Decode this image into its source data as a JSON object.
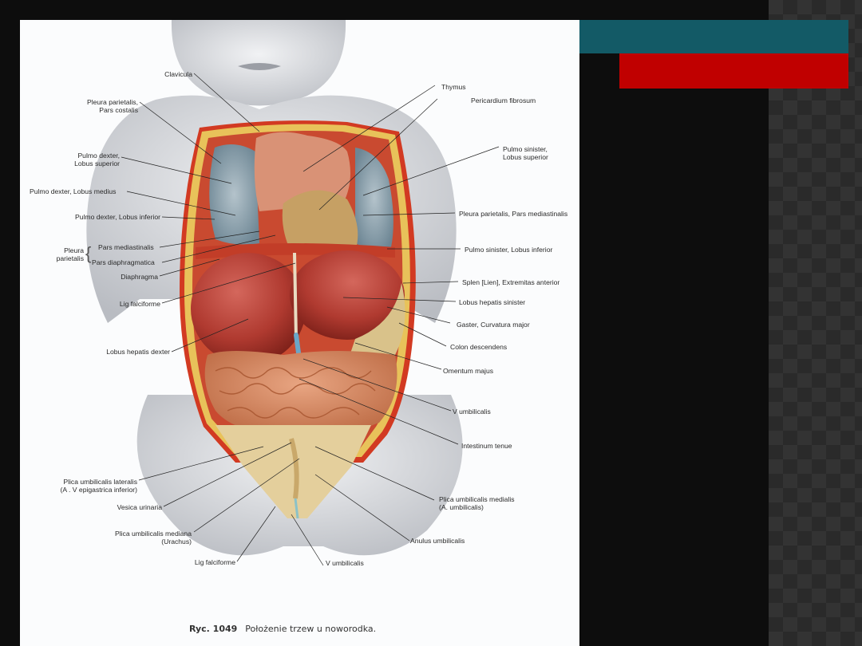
{
  "slide": {
    "accent_colors": {
      "teal": "#135a66",
      "red": "#c00000",
      "background": "#0d0d0d",
      "pattern": "#333333"
    }
  },
  "figure": {
    "caption_number": "Ryc. 1049",
    "caption_text": "Położenie trzew u noworodka.",
    "labels_left": [
      {
        "id": "clavicula",
        "text": "Clavicula"
      },
      {
        "id": "pleura-costalis-1",
        "text": "Pleura parietalis,"
      },
      {
        "id": "pleura-costalis-2",
        "text": "Pars costalis"
      },
      {
        "id": "pulmo-dexter-sup-1",
        "text": "Pulmo dexter,"
      },
      {
        "id": "pulmo-dexter-sup-2",
        "text": "Lobus superior"
      },
      {
        "id": "pulmo-dexter-medius",
        "text": "Pulmo dexter, Lobus medius"
      },
      {
        "id": "pulmo-dexter-inferior",
        "text": "Pulmo dexter, Lobus inferior"
      },
      {
        "id": "pleura-group-1",
        "text": "Pleura"
      },
      {
        "id": "pleura-group-2",
        "text": "parietalis"
      },
      {
        "id": "pars-mediastinalis",
        "text": "Pars mediastinalis"
      },
      {
        "id": "pars-diaphragmatica",
        "text": "Pars diaphragmatica"
      },
      {
        "id": "diaphragma",
        "text": "Diaphragma"
      },
      {
        "id": "lig-falciforme",
        "text": "Lig  falciforme"
      },
      {
        "id": "lobus-hepatis-dexter",
        "text": "Lobus hepatis dexter"
      },
      {
        "id": "plica-lateralis-1",
        "text": "Plica umbilicalis lateralis"
      },
      {
        "id": "plica-lateralis-2",
        "text": "(A . V  epigastrica inferior)"
      },
      {
        "id": "vesica-urinaria",
        "text": "Vesica urinaria"
      },
      {
        "id": "plica-mediana-1",
        "text": "Plica umbilicalis mediana"
      },
      {
        "id": "plica-mediana-2",
        "text": "(Urachus)"
      },
      {
        "id": "lig-falciforme-2",
        "text": "Lig  falciforme"
      }
    ],
    "labels_right": [
      {
        "id": "thymus",
        "text": "Thymus"
      },
      {
        "id": "pericardium",
        "text": "Pericardium fibrosum"
      },
      {
        "id": "pulmo-sinister-sup-1",
        "text": "Pulmo sinister,"
      },
      {
        "id": "pulmo-sinister-sup-2",
        "text": "Lobus superior"
      },
      {
        "id": "pleura-mediastinalis",
        "text": "Pleura parietalis, Pars mediastinalis"
      },
      {
        "id": "pulmo-sinister-inferior",
        "text": "Pulmo sinister, Lobus inferior"
      },
      {
        "id": "splen",
        "text": "Splen [Lien], Extremitas anterior"
      },
      {
        "id": "lobus-hepatis-sinister",
        "text": "Lobus hepatis sinister"
      },
      {
        "id": "gaster",
        "text": "Gaster, Curvatura major"
      },
      {
        "id": "colon-descendens",
        "text": "Colon descendens"
      },
      {
        "id": "omentum-majus",
        "text": "Omentum majus"
      },
      {
        "id": "v-umbilicalis",
        "text": "V  umbilicalis"
      },
      {
        "id": "intestinum-tenue",
        "text": "Intestinum tenue"
      },
      {
        "id": "plica-medialis-1",
        "text": "Plica umbilicalis medialis"
      },
      {
        "id": "plica-medialis-2",
        "text": "(A. umbilicalis)"
      },
      {
        "id": "anulus-umbilicalis",
        "text": "Anulus umbilicalis"
      },
      {
        "id": "v-umbilicalis-2",
        "text": "V  umbilicalis"
      }
    ]
  }
}
